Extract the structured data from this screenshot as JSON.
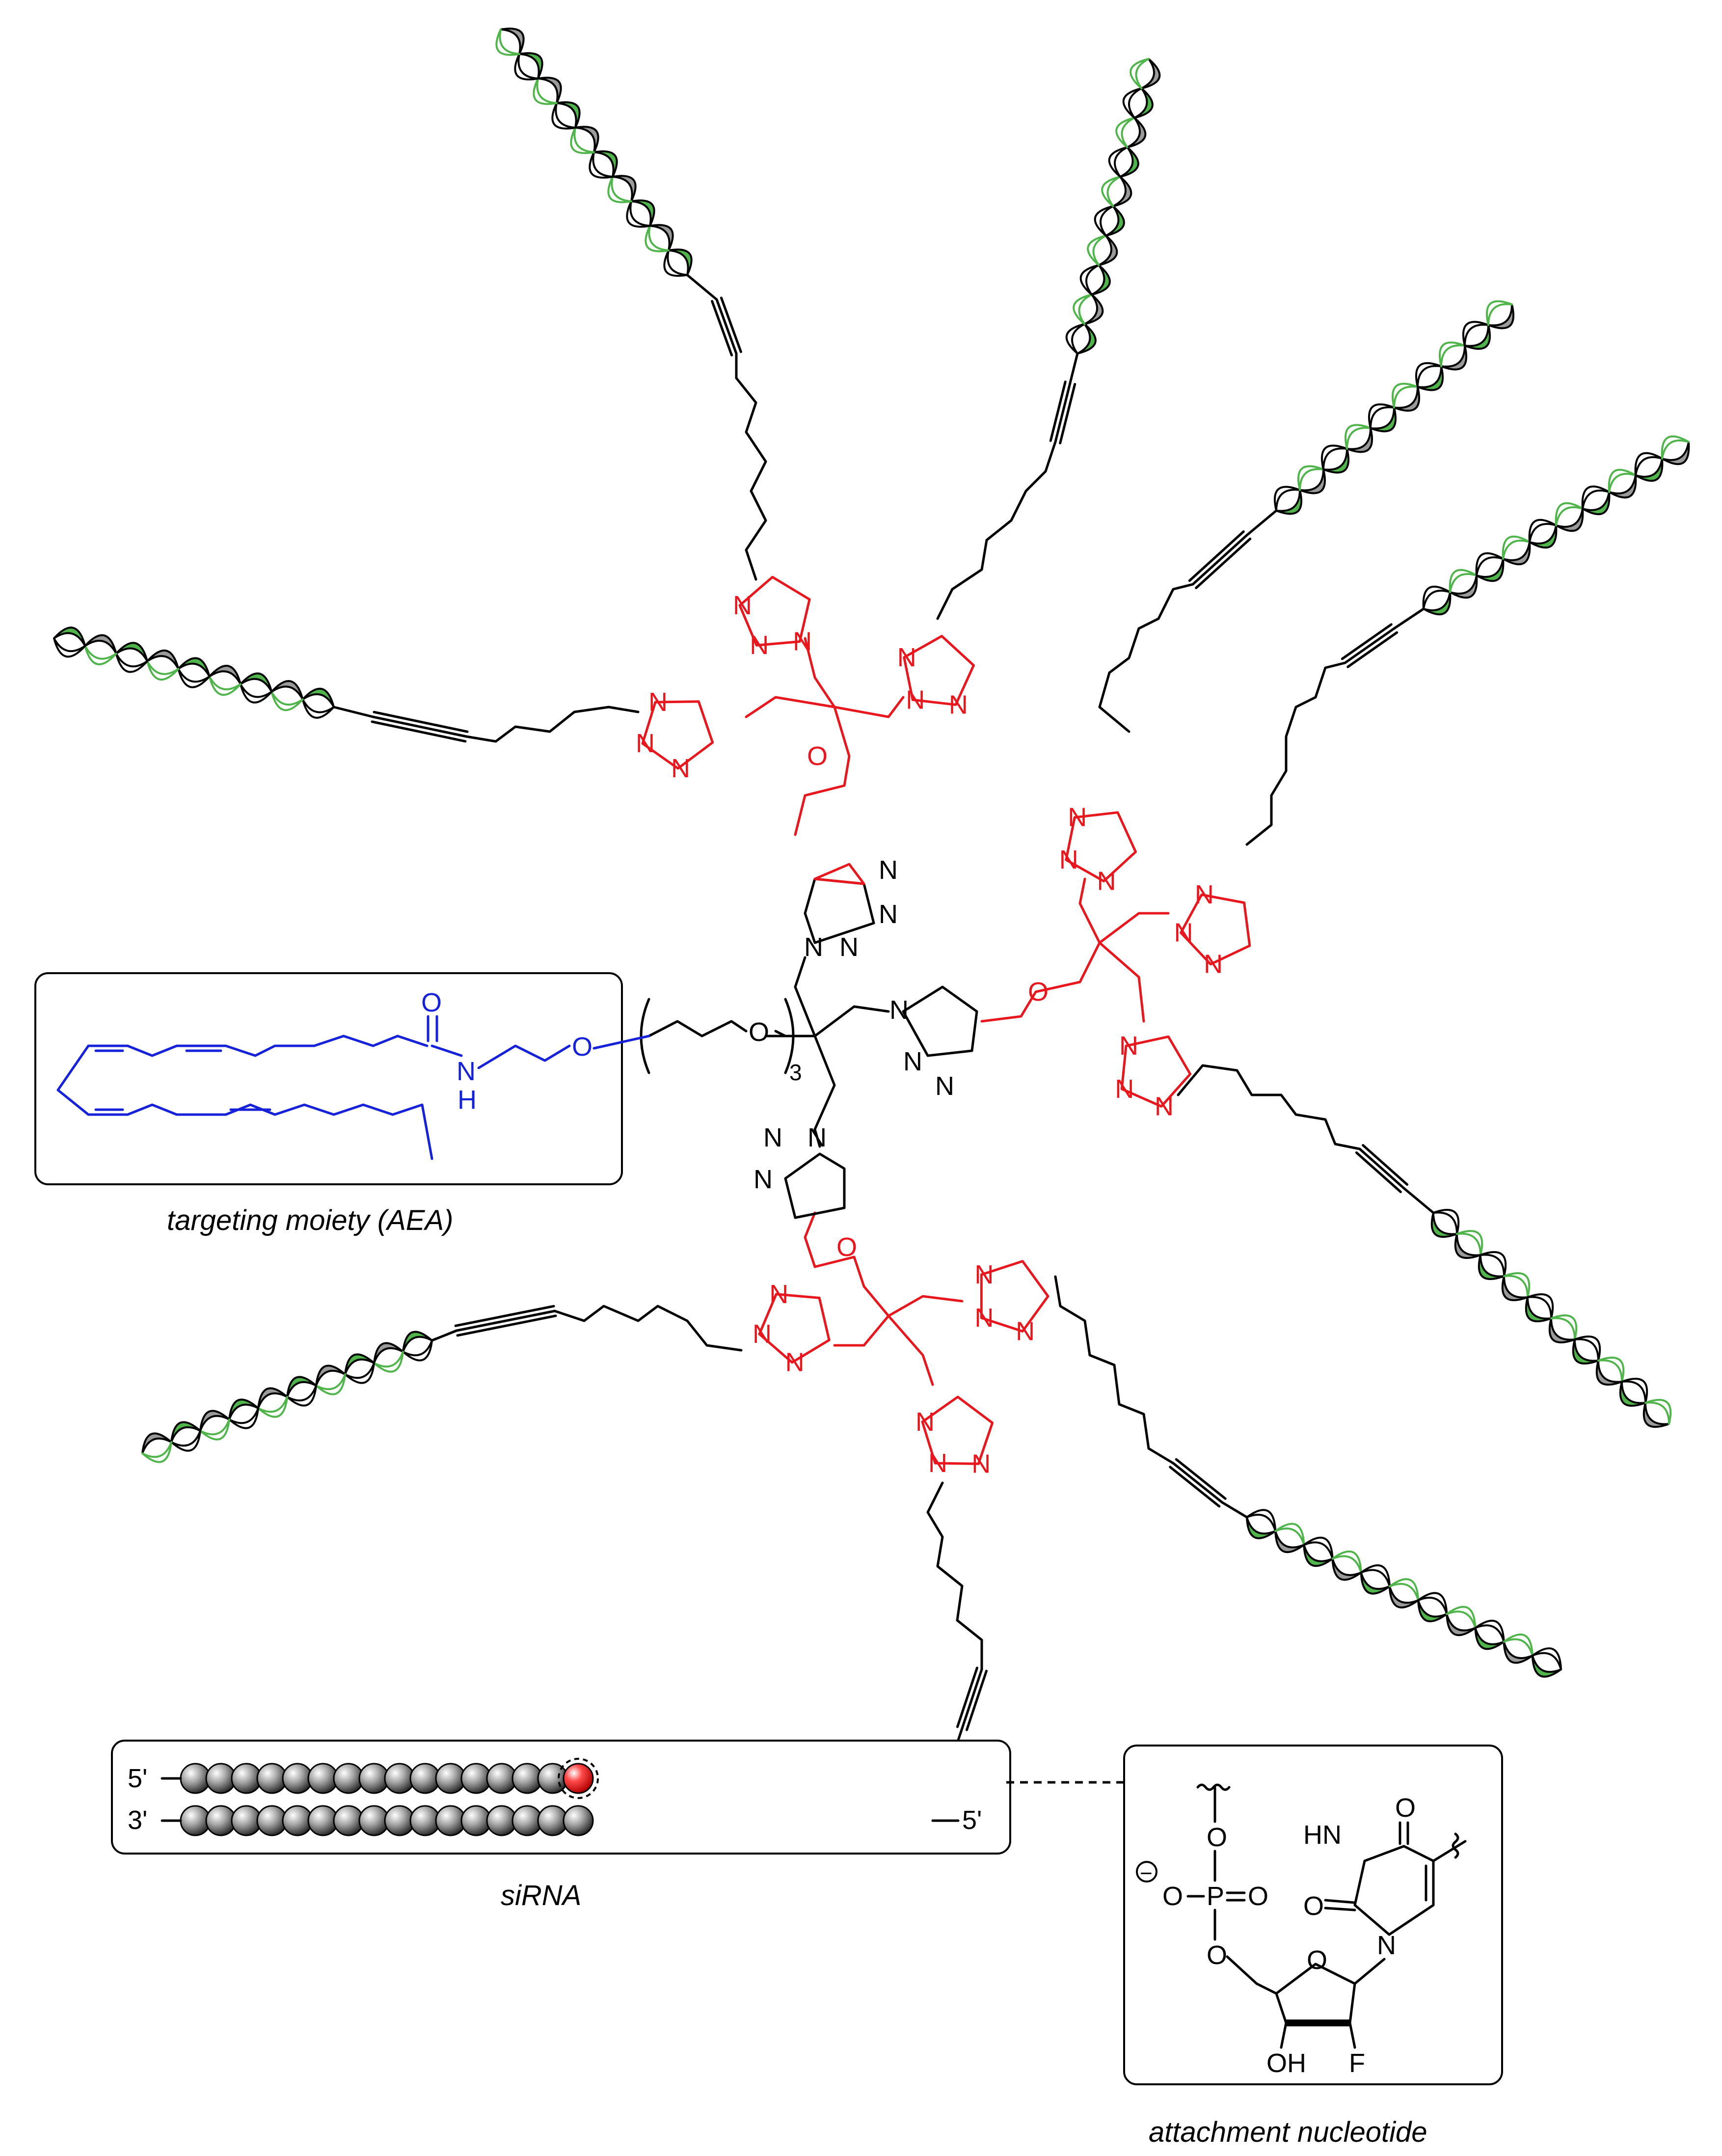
{
  "captions": {
    "targeting": "targeting moiety (AEA)",
    "sirna": "siRNA",
    "attachment": "attachment nucleotide"
  },
  "atoms": {
    "N": "N",
    "O": "O",
    "NH": "NH",
    "HN": "HN",
    "H": "H",
    "OH": "OH",
    "F": "F",
    "P": "P",
    "peg_repeat": "3",
    "five_prime": "5'",
    "three_prime": "3'",
    "minus": "−"
  },
  "colors": {
    "core": "#000000",
    "linker": "#e8171e",
    "targeting": "#1622d9",
    "helix_green": "#4fb54a",
    "helix_gray": "#9a9a9a",
    "attachment_bead": "#ff2a2a"
  },
  "sirna": {
    "beads_per_strand": 16,
    "strands": 2
  },
  "helix_arms": 9
}
